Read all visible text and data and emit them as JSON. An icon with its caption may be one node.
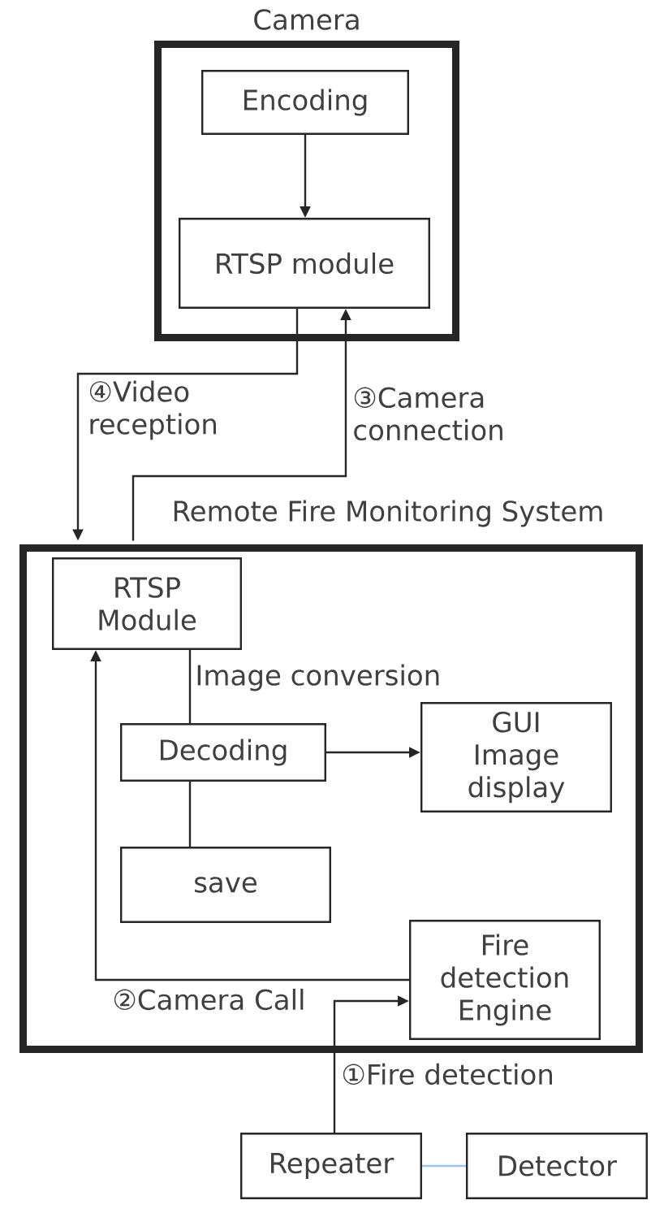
{
  "diagram": {
    "nodes": [
      {
        "text": [
          "Camera"
        ]
      },
      {
        "text": [
          "Encoding"
        ],
        "in": 0
      },
      {
        "text": [
          "RTSP module"
        ],
        "in": 0
      },
      {
        "text": [
          "Remote Fire Monitoring System"
        ]
      },
      {
        "text": [
          "RTSP Module"
        ],
        "in": 3
      },
      {
        "text": [
          "Decoding"
        ],
        "in": 3
      },
      {
        "text": [
          "GUI Image display"
        ],
        "in": 3
      },
      {
        "text": [
          "save"
        ],
        "in": 3
      },
      {
        "text": [
          "Fire detection Engine"
        ],
        "in": 3
      },
      {
        "text": [
          "Repeater"
        ]
      },
      {
        "text": [
          "Detector"
        ]
      }
    ],
    "edges": [
      {
        "from": 1,
        "to": 2,
        "arrow": "to"
      },
      {
        "from": 2,
        "to": 3,
        "arrow": "to",
        "label": "④Video reception"
      },
      {
        "from": 3,
        "to": 2,
        "arrow": "to",
        "label": "③Camera connection"
      },
      {
        "from": 4,
        "to": 5,
        "arrow": "none",
        "label": "Image conversion"
      },
      {
        "from": 5,
        "to": 6,
        "arrow": "to"
      },
      {
        "from": 5,
        "to": 7,
        "arrow": "none"
      },
      {
        "from": 8,
        "to": 4,
        "arrow": "to",
        "label": "②Camera Call"
      },
      {
        "from": 9,
        "to": 8,
        "arrow": "to",
        "label": "①Fire detection"
      },
      {
        "from": 9,
        "to": 10,
        "arrow": "none",
        "color": "#9dc3e6"
      }
    ]
  }
}
